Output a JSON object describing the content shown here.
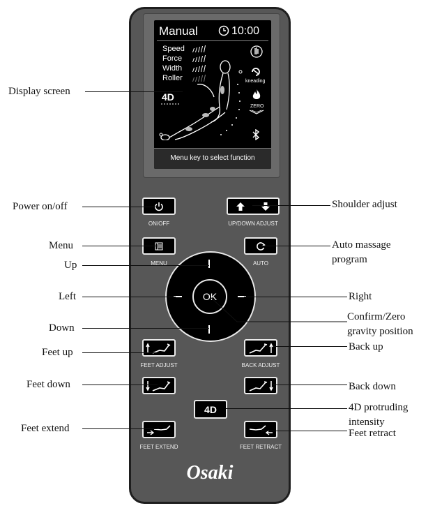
{
  "screen": {
    "mode": "Manual",
    "time": "10:00",
    "settings": [
      {
        "label": "Speed"
      },
      {
        "label": "Force"
      },
      {
        "label": "Width"
      },
      {
        "label": "Roller"
      }
    ],
    "mode_4d": "4D",
    "kneading": "kneading",
    "zero": "ZERO",
    "status_text": "Menu key to select function"
  },
  "buttons": {
    "onoff": "ON/OFF",
    "updown": "UP/DOWN ADJUST",
    "menu": "MENU",
    "auto": "AUTO",
    "ok": "OK",
    "feet_adjust": "FEET ADJUST",
    "back_adjust": "BACK ADJUST",
    "four_d": "4D",
    "feet_extend": "FEET EXTEND",
    "feet_retract": "FEET RETRACT"
  },
  "brand": "Osaki",
  "callouts": {
    "display": "Display screen",
    "power": "Power on/off",
    "menu": "Menu",
    "up": "Up",
    "left": "Left",
    "down": "Down",
    "feet_up": "Feet up",
    "feet_down": "Feet down",
    "feet_extend": "Feet extend",
    "shoulder": "Shoulder adjust",
    "auto_1": "Auto massage",
    "auto_2": "program",
    "right": "Right",
    "confirm_1": "Confirm/Zero",
    "confirm_2": "gravity position",
    "back_up": "Back up",
    "back_down": "Back down",
    "fourd_1": "4D protruding",
    "fourd_2": "intensity",
    "feet_retract": "Feet retract"
  }
}
